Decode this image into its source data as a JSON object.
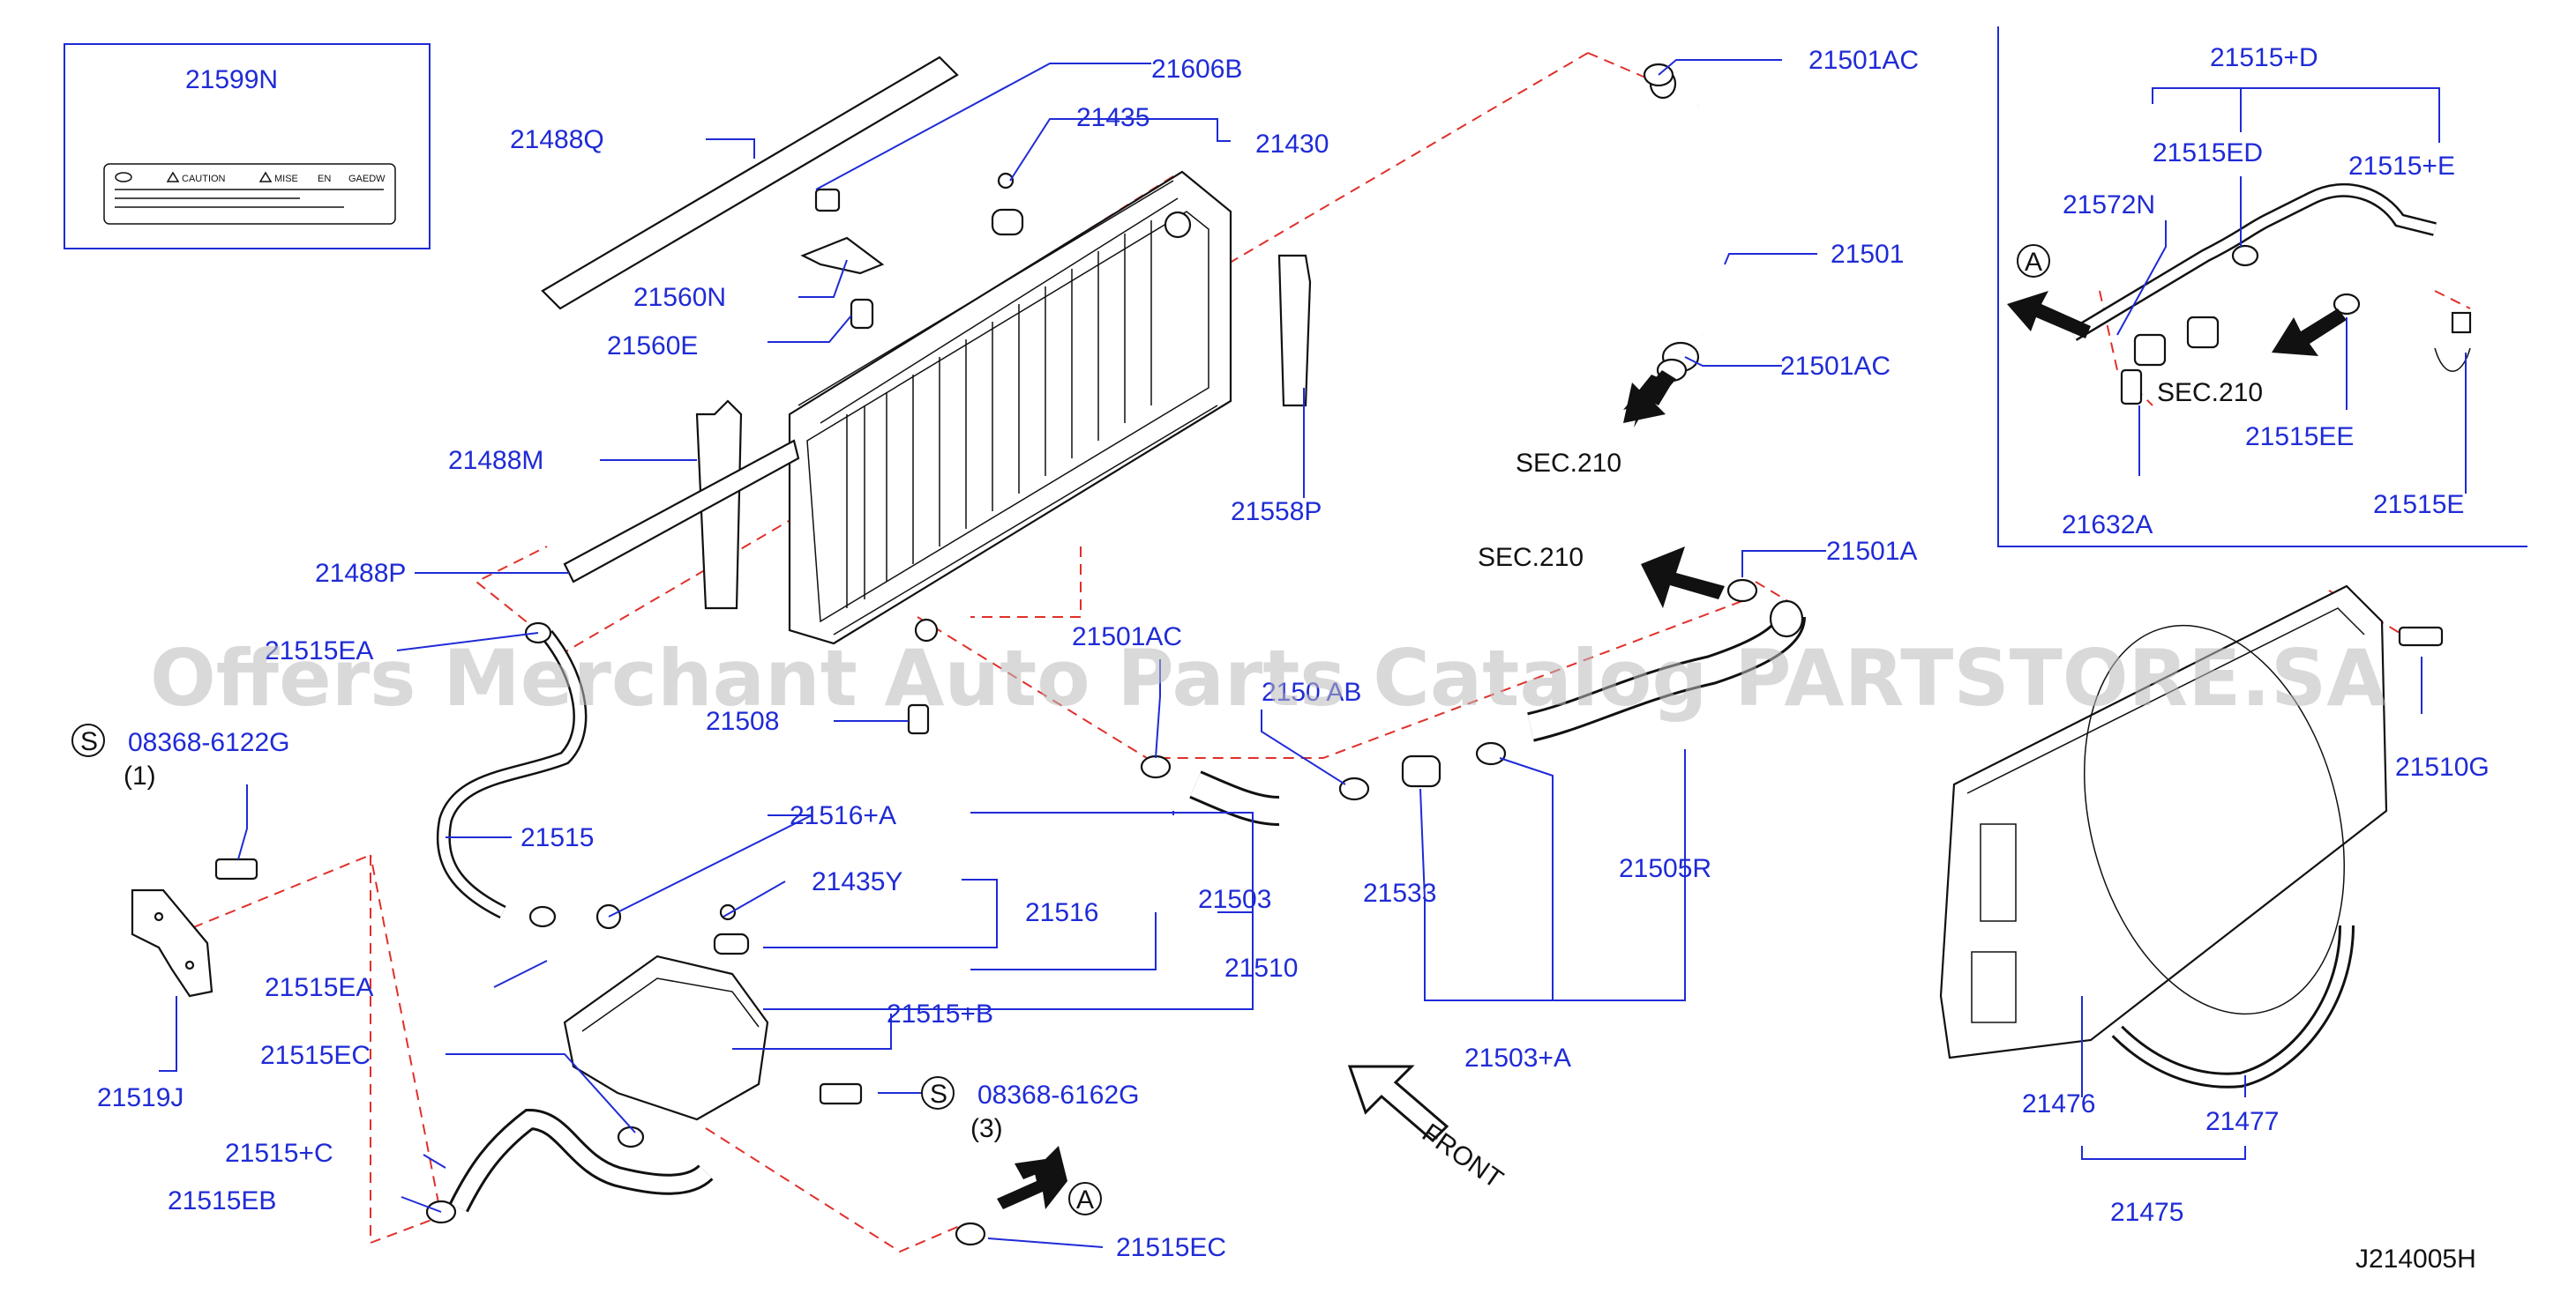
{
  "diagram": {
    "code": "J214005H",
    "watermark": "Offers Merchant Auto Parts Catalog PARTSTORE.SA",
    "label_sheet": {
      "part": "21599N",
      "caution": "CAUTION",
      "mise": "MISE",
      "en": "EN",
      "gaedw": "GAEDW"
    },
    "labels": {
      "p21606B": "21606B",
      "p21488Q": "21488Q",
      "p21435": "21435",
      "p21430": "21430",
      "p21560N": "21560N",
      "p21560E": "21560E",
      "p21488M": "21488M",
      "p21488P": "21488P",
      "p21558P": "21558P",
      "p21501AC_top": "21501AC",
      "p21501": "21501",
      "p21501AC_mid": "21501AC",
      "sec210_a": "SEC.210",
      "sec210_b": "SEC.210",
      "p21501A": "21501A",
      "p21515EA_top": "21515EA",
      "p21501AC_low": "21501AC",
      "p21508": "21508",
      "p2150AB": "2150 AB",
      "s_bolt1": "08368-6122G",
      "s_bolt1_qty": "(1)",
      "p21515": "21515",
      "p21516A": "21516+A",
      "p21435Y": "21435Y",
      "p21516": "21516",
      "p21503": "21503",
      "p21533": "21533",
      "p21505R": "21505R",
      "p21510": "21510",
      "p21515EA_low": "21515EA",
      "p21515B": "21515+B",
      "p21519J": "21519J",
      "p21515EC_top": "21515EC",
      "s_bolt2": "08368-6162G",
      "s_bolt2_qty": "(3)",
      "p21503A": "21503+A",
      "p21515C": "21515+C",
      "p21515EB": "21515EB",
      "p21515EC_bot": "21515EC",
      "front": "FRONT",
      "inset_21515D": "21515+D",
      "inset_21515ED": "21515ED",
      "inset_21515E_plus": "21515+E",
      "inset_21572N": "21572N",
      "inset_sec210": "SEC.210",
      "inset_21515EE": "21515EE",
      "inset_21632A": "21632A",
      "inset_21515E": "21515E",
      "p21510G": "21510G",
      "p21476": "21476",
      "p21477": "21477",
      "p21475": "21475",
      "ref_A": "A",
      "ref_S": "S"
    }
  }
}
